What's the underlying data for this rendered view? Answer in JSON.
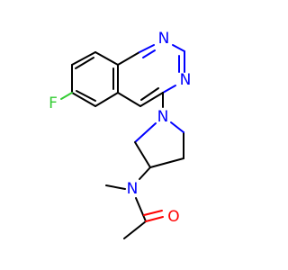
{
  "molecule": {
    "atom_labels": {
      "fluorine": "F",
      "quinazoline_n1": "N",
      "quinazoline_n3": "N",
      "pyrrolidine_n": "N",
      "amide_n": "N",
      "carbonyl_o": "O"
    },
    "colors": {
      "carbon_bond": "#000000",
      "nitrogen": "#0000ff",
      "oxygen": "#ff0000",
      "fluorine": "#33cc33",
      "background": "#ffffff"
    }
  }
}
